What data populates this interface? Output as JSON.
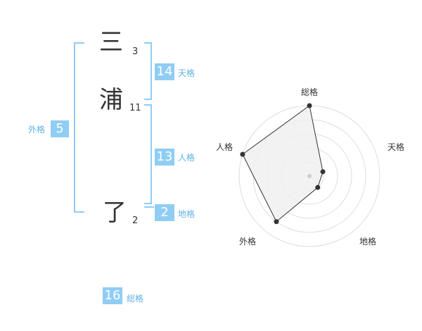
{
  "name": {
    "chars": [
      {
        "char": "三",
        "strokes": "3"
      },
      {
        "char": "浦",
        "strokes": "11"
      },
      {
        "char": "了",
        "strokes": "2"
      }
    ]
  },
  "kaku": {
    "tenkaku": {
      "value": "14",
      "label": "天格"
    },
    "jinkaku": {
      "value": "13",
      "label": "人格"
    },
    "chikaku": {
      "value": "2",
      "label": "地格"
    },
    "gaikaku": {
      "value": "5",
      "label": "外格"
    },
    "soukaku": {
      "value": "16",
      "label": "総格"
    }
  },
  "radar": {
    "axes": [
      "総格",
      "天格",
      "地格",
      "外格",
      "人格"
    ],
    "levels": 5,
    "values": [
      5,
      1,
      1,
      4,
      5
    ],
    "max": 5,
    "colors": {
      "ring": "#dddddd",
      "fill": "#f0f0f0",
      "line": "#333333",
      "point": "#333333",
      "center": "#cccccc"
    }
  },
  "colors": {
    "accent": "#8fcdf4",
    "label": "#5fb2e6"
  }
}
